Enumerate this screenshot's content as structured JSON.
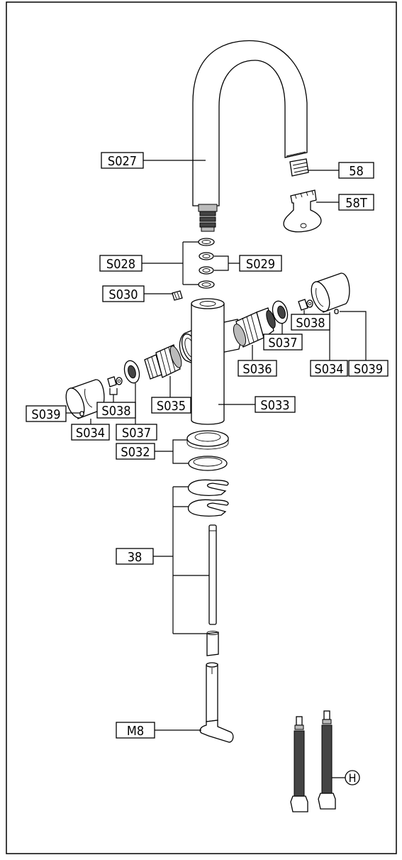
{
  "diagram": {
    "labels": {
      "s027": "S027",
      "p58": "58",
      "p58t": "58T",
      "s028": "S028",
      "s029": "S029",
      "s030": "S030",
      "s038_right": "S038",
      "s037_right": "S037",
      "s036": "S036",
      "s034_right": "S034",
      "s039_right": "S039",
      "s035": "S035",
      "s033": "S033",
      "s039_left": "S039",
      "s034_left": "S034",
      "s038_left": "S038",
      "s037_left": "S037",
      "s032": "S032",
      "p38": "38",
      "m8": "M8",
      "h": "H"
    }
  }
}
